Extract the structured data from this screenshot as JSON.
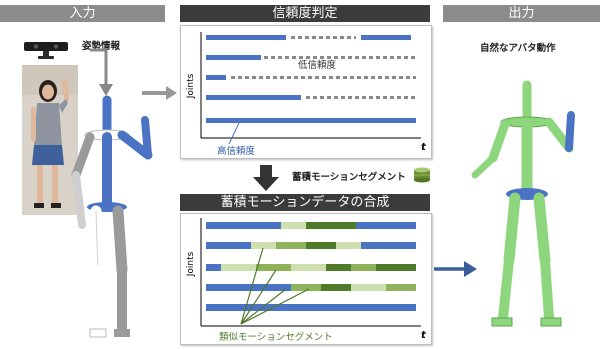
{
  "input_panel": {
    "header": "入力",
    "pose_label": "姿勢情報"
  },
  "reliability_panel": {
    "header": "信頼度判定",
    "y_axis": "Joints",
    "x_axis": "t",
    "low_label": "低信頼度",
    "high_label": "高信頼度"
  },
  "segment_db": {
    "label": "蓄積モーションセグメント"
  },
  "synthesis_panel": {
    "header": "蓄積モーションデータの合成",
    "y_axis": "Joints",
    "x_axis": "t",
    "similar_label": "類似モーションセグメント"
  },
  "output_panel": {
    "header": "出力",
    "result_label": "自然なアバタ動作"
  },
  "colors": {
    "reliable_blue": "#4a73c4",
    "dotted_gray": "#8a8a8a",
    "green_dark": "#4e7a2a",
    "green_mid": "#8fb35a",
    "green_light": "#cddfae",
    "avatar_green": "#8ed67e",
    "header_gray": "#8c8c8c",
    "header_dark": "#3b3b3b"
  }
}
